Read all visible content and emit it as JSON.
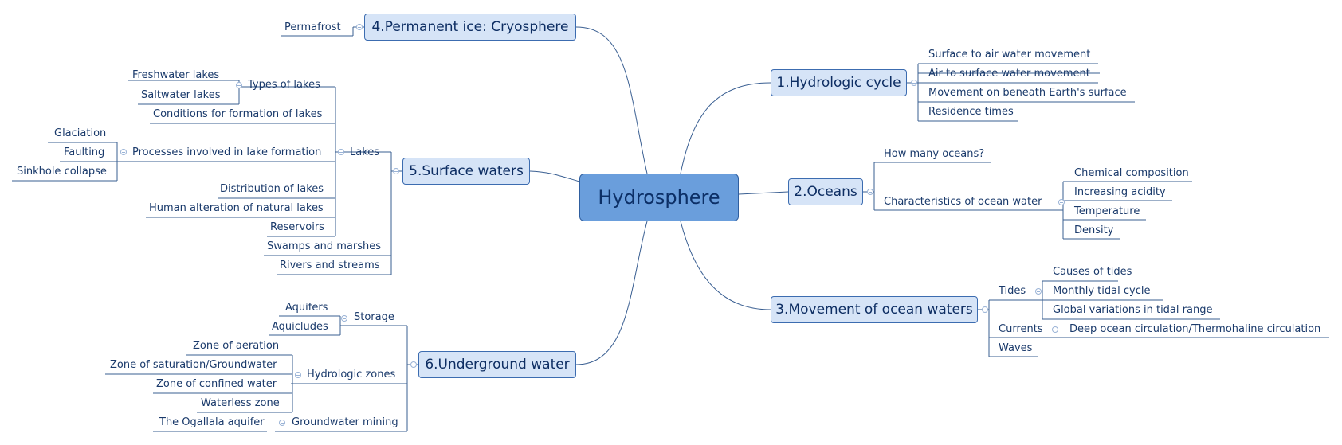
{
  "center": "Hydrosphere",
  "branches": {
    "hydrologic": {
      "title": "1.Hydrologic cycle",
      "items": [
        "Surface to air water movement",
        "Air to surface water movement",
        "Movement on beneath Earth's surface",
        "Residence times"
      ]
    },
    "oceans": {
      "title": "2.Oceans",
      "how_many": "How many oceans?",
      "characteristics": {
        "label": "Characteristics of ocean water",
        "items": [
          "Chemical composition",
          "Increasing acidity",
          "Temperature",
          "Density"
        ]
      }
    },
    "movement": {
      "title": "3.Movement of ocean waters",
      "tides": {
        "label": "Tides",
        "items": [
          "Causes of tides",
          "Monthly tidal cycle",
          "Global variations in tidal range"
        ]
      },
      "currents": {
        "label": "Currents",
        "items": [
          "Deep ocean circulation/Thermohaline circulation"
        ]
      },
      "waves": "Waves"
    },
    "cryosphere": {
      "title": "4.Permanent ice: Cryosphere",
      "items": [
        "Permafrost"
      ]
    },
    "surface": {
      "title": "5.Surface waters",
      "lakes": {
        "label": "Lakes",
        "types": {
          "label": "Types of lakes",
          "items": [
            "Freshwater lakes",
            "Saltwater lakes"
          ]
        },
        "conditions": "Conditions for formation of lakes",
        "processes": {
          "label": "Processes involved in lake formation",
          "items": [
            "Glaciation",
            "Faulting",
            "Sinkhole collapse"
          ]
        },
        "distribution": "Distribution of lakes",
        "human": "Human alteration of natural lakes",
        "reservoirs": "Reservoirs"
      },
      "swamps": "Swamps and marshes",
      "rivers": "Rivers and streams"
    },
    "underground": {
      "title": "6.Underground water",
      "storage": {
        "label": "Storage",
        "items": [
          "Aquifers",
          "Aquicludes"
        ]
      },
      "zones": {
        "label": "Hydrologic zones",
        "items": [
          "Zone of aeration",
          "Zone of saturation/Groundwater",
          "Zone of confined water",
          "Waterless zone"
        ]
      },
      "mining": {
        "label": "Groundwater mining",
        "items": [
          "The Ogallala aquifer"
        ]
      }
    }
  },
  "colors": {
    "line": "#3a5f92",
    "box_fill": "#d6e4f7",
    "center_fill": "#6a9edc",
    "text": "#1a3a6b"
  }
}
